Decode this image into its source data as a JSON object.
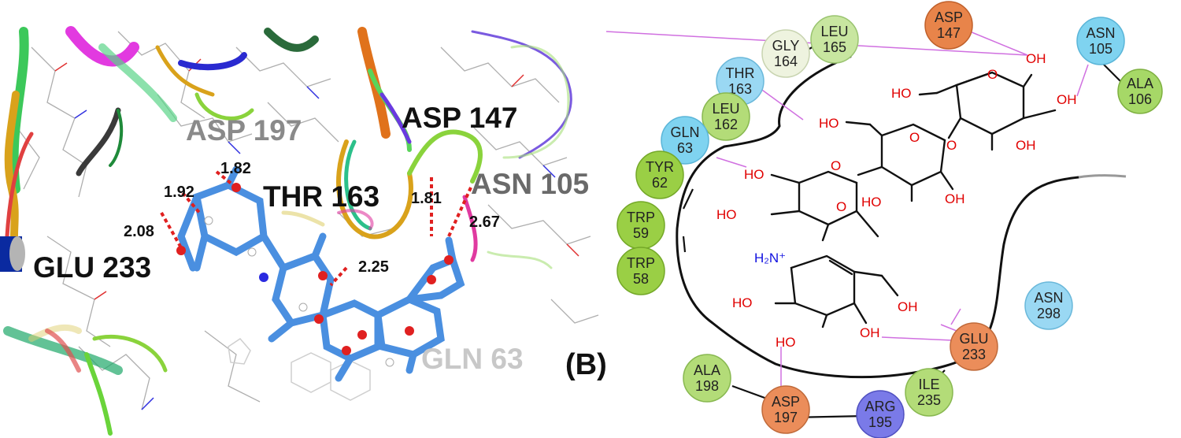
{
  "panel_b_label": "(B)",
  "panel_a": {
    "residue_labels": [
      {
        "text": "ASP 197",
        "color": "#8a8a8a"
      },
      {
        "text": "ASP 147",
        "color": "#111111"
      },
      {
        "text": "THR 163",
        "color": "#111111"
      },
      {
        "text": "ASN 105",
        "color": "#6a6a6a"
      },
      {
        "text": "GLU 233",
        "color": "#111111"
      },
      {
        "text": "GLN 63",
        "color": "#c8c8c8"
      }
    ],
    "distances": [
      "1.82",
      "1.92",
      "2.08",
      "1.81",
      "2.67",
      "2.25"
    ]
  },
  "panel_b": {
    "residues": [
      {
        "name": "ASP",
        "num": "147",
        "color": "#e8844a"
      },
      {
        "name": "ASN",
        "num": "105",
        "color": "#7fd3f0"
      },
      {
        "name": "ALA",
        "num": "106",
        "color": "#a6d867"
      },
      {
        "name": "LEU",
        "num": "165",
        "color": "#c8e6a0"
      },
      {
        "name": "GLY",
        "num": "164",
        "color": "#eef3df"
      },
      {
        "name": "THR",
        "num": "163",
        "color": "#9ad8f3"
      },
      {
        "name": "LEU",
        "num": "162",
        "color": "#b3dc78"
      },
      {
        "name": "GLN",
        "num": "63",
        "color": "#7fd3f0"
      },
      {
        "name": "TYR",
        "num": "62",
        "color": "#9acf45"
      },
      {
        "name": "TRP",
        "num": "59",
        "color": "#9acf45"
      },
      {
        "name": "TRP",
        "num": "58",
        "color": "#9acf45"
      },
      {
        "name": "ASN",
        "num": "298",
        "color": "#9ad8f3"
      },
      {
        "name": "GLU",
        "num": "233",
        "color": "#eb8d5a"
      },
      {
        "name": "ALA",
        "num": "198",
        "color": "#b3dc78"
      },
      {
        "name": "ASP",
        "num": "197",
        "color": "#eb8d5a"
      },
      {
        "name": "ARG",
        "num": "195",
        "color": "#7a7ae8"
      },
      {
        "name": "ILE",
        "num": "235",
        "color": "#b3dc78"
      }
    ],
    "atom_labels": {
      "oh": "OH",
      "ho": "HO",
      "o": "O",
      "amine": "H₂N⁺"
    }
  }
}
